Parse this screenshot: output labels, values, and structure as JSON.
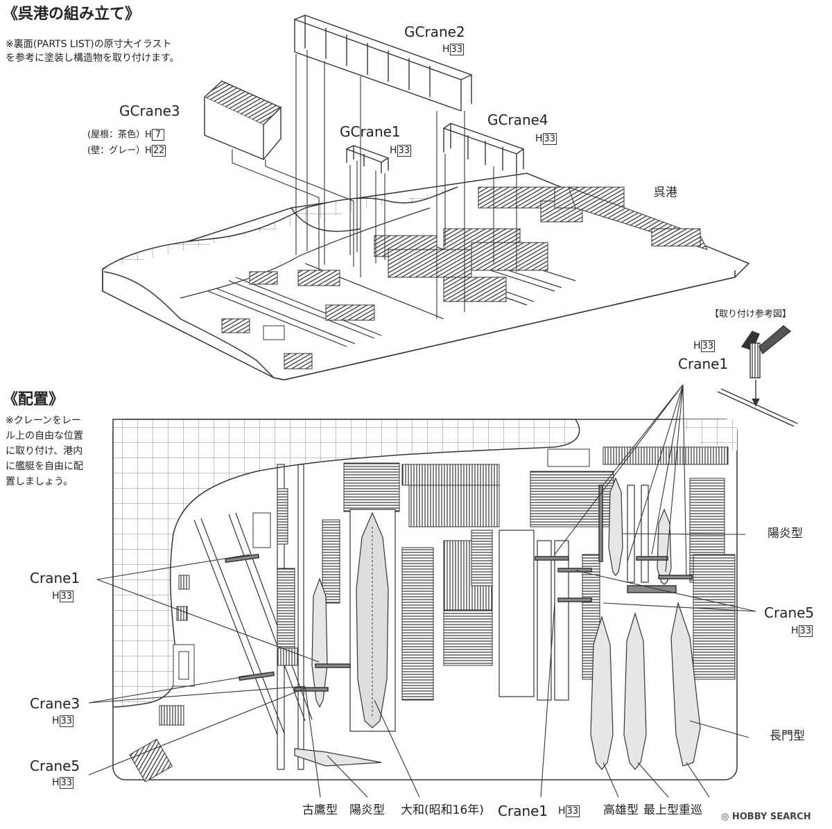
{
  "assembly": {
    "heading": "《呉港の組み立て》",
    "note_line1": "※裏面(PARTS LIST)の原寸大イラスト",
    "note_line2": "を参考に塗装し構造物を取り付けます。",
    "harbor_label": "呉港",
    "gcrane1": {
      "name": "GCrane1",
      "prefix": "H",
      "code": "33"
    },
    "gcrane2": {
      "name": "GCrane2",
      "prefix": "H",
      "code": "33"
    },
    "gcrane3": {
      "name": "GCrane3",
      "roof_note": "(屋根：茶色）H",
      "roof_code": "7",
      "wall_note": "(壁：グレー）H",
      "wall_code": "22"
    },
    "gcrane4": {
      "name": "GCrane4",
      "prefix": "H",
      "code": "33"
    }
  },
  "reference": {
    "title": "【取り付け参考図】",
    "prefix": "H",
    "code": "33",
    "name": "Crane1"
  },
  "layout_section": {
    "heading": "《配置》",
    "note_lines": [
      "※クレーンをレー",
      "ル上の自由な位置",
      "に取り付け、港内",
      "に艦艇を自由に配",
      "置しましょう。"
    ],
    "callouts": {
      "crane1_left": {
        "name": "Crane1",
        "prefix": "H",
        "code": "33"
      },
      "crane3_left": {
        "name": "Crane3",
        "prefix": "H",
        "code": "33"
      },
      "crane5_left": {
        "name": "Crane5",
        "prefix": "H",
        "code": "33"
      },
      "crane5_right": {
        "name": "Crane5",
        "prefix": "H",
        "code": "33"
      },
      "crane1_bottom": {
        "name": "Crane1",
        "prefix": "H",
        "code": "33"
      },
      "kagero_right": "陽炎型",
      "nagato": "長門型"
    },
    "bottom_labels": {
      "furutaka": "古鷹型",
      "kagero": "陽炎型",
      "yamato": "大和(昭和16年)",
      "takao": "高雄型",
      "mogami": "最上型重巡"
    }
  },
  "watermark": "HOBBY SEARCH"
}
